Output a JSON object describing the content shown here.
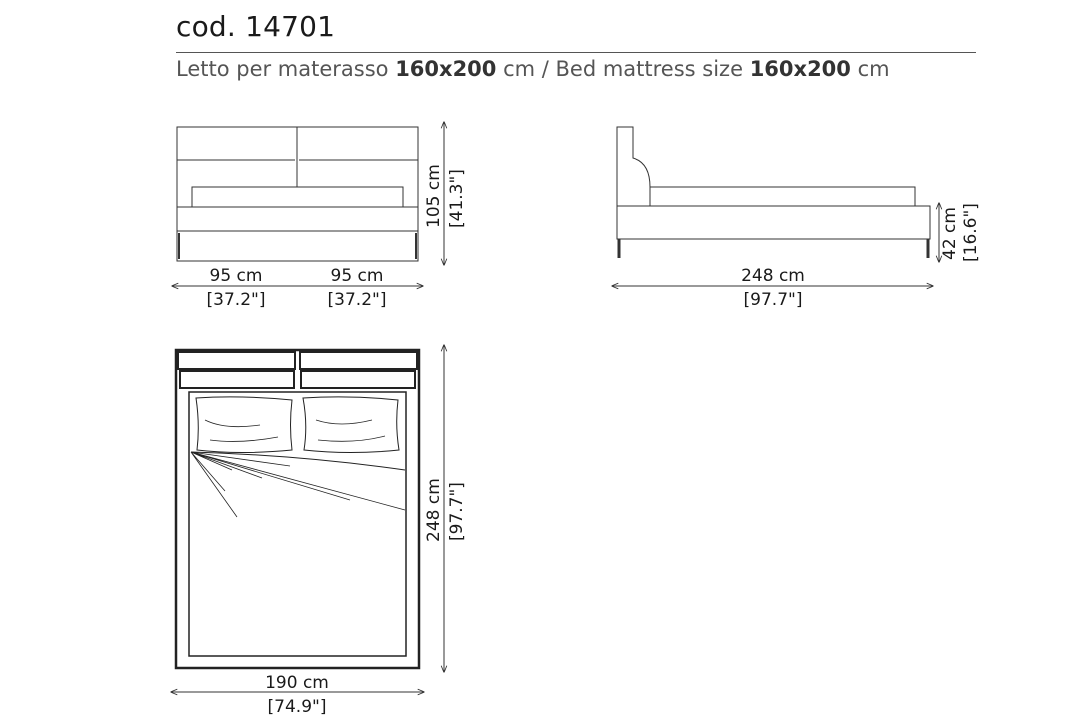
{
  "header": {
    "code": "cod. 14701",
    "subtitle_parts": [
      "Letto per materasso ",
      "160x200",
      " cm / Bed mattress size ",
      "160x200",
      " cm"
    ]
  },
  "front_view": {
    "width_left_cm": "95 cm",
    "width_left_in": "[37.2\"]",
    "width_right_cm": "95 cm",
    "width_right_in": "[37.2\"]",
    "height_cm": "105 cm",
    "height_in": "[41.3\"]"
  },
  "side_view": {
    "length_cm": "248 cm",
    "length_in": "[97.7\"]",
    "height_cm": "42 cm",
    "height_in": "[16.6\"]"
  },
  "top_view": {
    "width_cm": "190 cm",
    "width_in": "[74.9\"]",
    "length_cm": "248 cm",
    "length_in": "[97.7\"]"
  },
  "colors": {
    "line": "#333333",
    "text": "#1a1a1a",
    "subtitle": "#555555"
  }
}
